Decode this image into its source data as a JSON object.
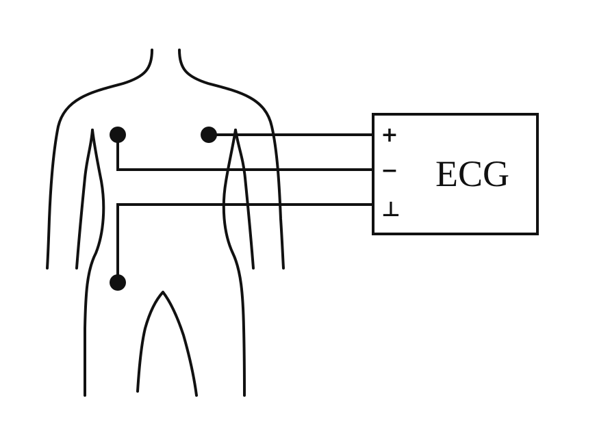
{
  "diagram": {
    "device": {
      "label": "ECG",
      "terminals": {
        "positive": "+",
        "negative": "−",
        "ground": "⊥"
      }
    },
    "electrodes": [
      "left-chest",
      "right-chest",
      "lower-abdomen"
    ],
    "colors": {
      "stroke": "#111111",
      "background": "#ffffff"
    }
  }
}
